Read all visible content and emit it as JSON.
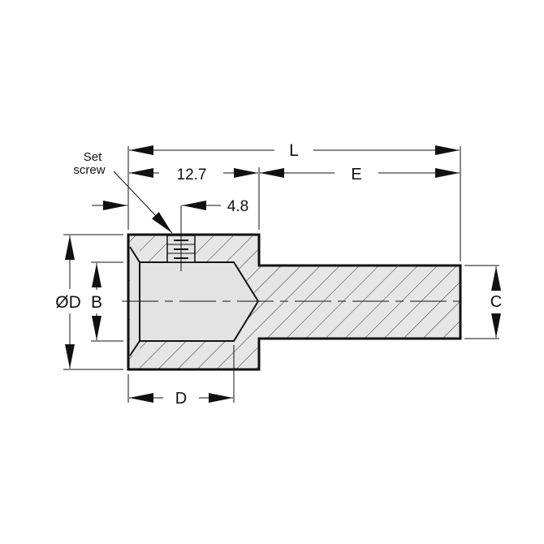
{
  "labels": {
    "set_screw_line1": "Set",
    "set_screw_line2": "screw",
    "overall_length": "L",
    "head_length": "12.7",
    "shaft_length": "E",
    "screw_offset": "4.8",
    "outer_diameter": "ØD",
    "bore_diameter": "B",
    "shaft_diameter": "C",
    "bore_depth": "D"
  },
  "colors": {
    "line": "#111111",
    "section_fill": "#e6e6e6",
    "bore_fill": "#e3e3e3"
  }
}
